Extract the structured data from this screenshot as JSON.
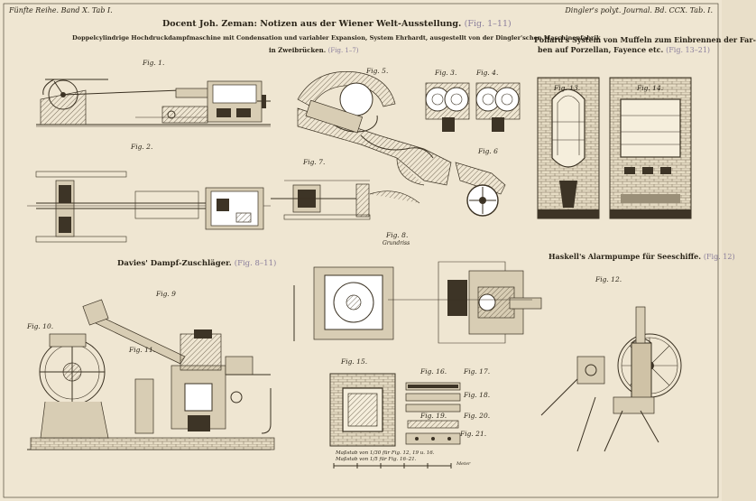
{
  "header": {
    "left": "Fünfte Reihe. Band X. Tab I.",
    "right": "Dingler's polyt. Journal. Bd. CCX. Tab. I."
  },
  "titles": {
    "main": "Docent Joh. Zeman: Notizen aus der Wiener Welt-Ausstellung.",
    "main_ref": "(Fig. 1–11)",
    "sub1": "Doppelcylindrige Hochdruckdampfmaschine mit Condensation und variabler Expansion, System Ehrhardt, ausgestellt von der Dingler'schen Maschinenfabrik",
    "sub2": "in Zweibrücken.",
    "sub2_ref": "(Fig. 1–7)",
    "pollard1": "Pollard's System von Muffeln zum Einbrennen der Far-",
    "pollard2": "ben auf Porzellan, Fayence etc.",
    "pollard_ref": "(Fig. 13–21)",
    "davies": "Davies' Dampf-Zuschläger.",
    "davies_ref": "(Fig. 8–11)",
    "haskell": "Haskell's Alarmpumpe für Seeschiffe.",
    "haskell_ref": "(Fig. 12)"
  },
  "figures": {
    "f1": "Fig. 1.",
    "f2": "Fig. 2.",
    "f3": "Fig. 3.",
    "f4": "Fig. 4.",
    "f5": "Fig. 5.",
    "f6": "Fig. 6",
    "f7": "Fig. 7.",
    "f8": "Fig. 8.",
    "f8b": "Grundriss",
    "f9": "Fig. 9",
    "f9b": "Fig. 9.",
    "f10": "Fig. 10.",
    "f11": "Fig. 11.",
    "f12": "Fig. 12.",
    "f13": "Fig. 13.",
    "f14": "Fig. 14.",
    "f15": "Fig. 15.",
    "f16": "Fig. 16.",
    "f17": "Fig. 17.",
    "f18": "Fig. 18.",
    "f19": "Fig. 19.",
    "f20": "Fig. 20.",
    "f21": "Fig. 21."
  },
  "scale": {
    "line1": "Maßstab von 1/30 für Fig. 12, 19 u. 16.",
    "line2": "Maßstab von 1/5 für Fig. 16–21.",
    "unit": "Meter"
  }
}
